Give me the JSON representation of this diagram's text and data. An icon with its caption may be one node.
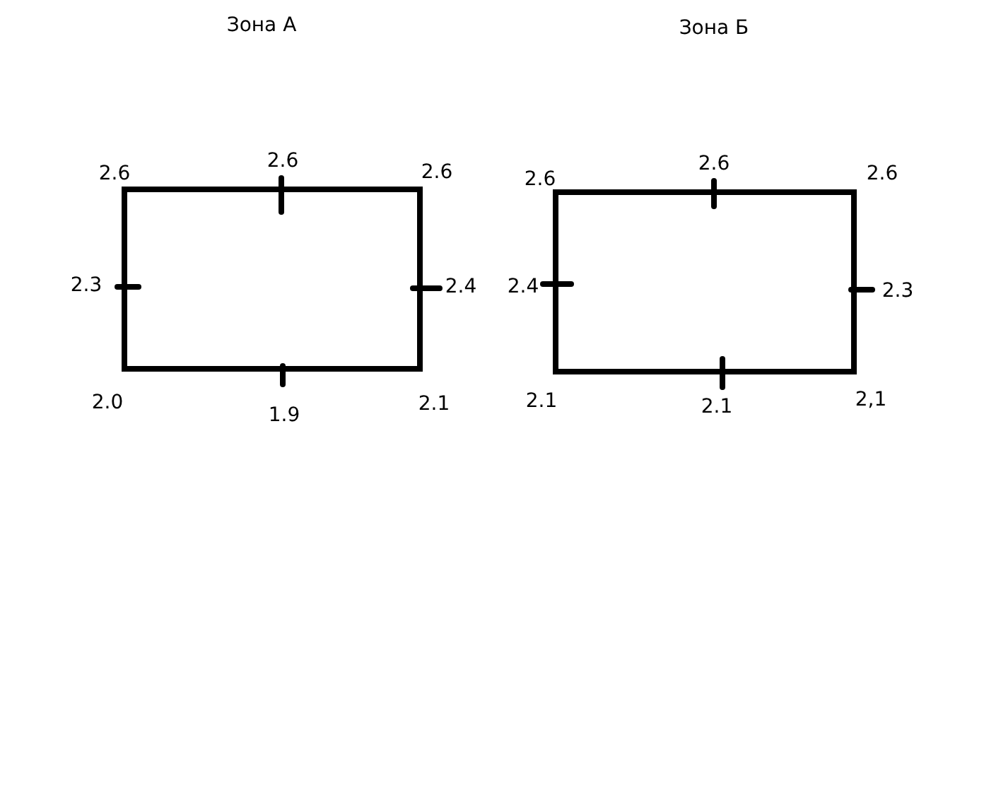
{
  "diagram": {
    "nodes": [
      {
        "text": [],
        "shape": "box",
        "beside": [
          "2.6",
          "2.6",
          "2.6",
          "2.3",
          "2.4",
          "2.0",
          "1.9",
          "2.1"
        ]
      },
      {
        "text": [],
        "shape": "box",
        "beside": [
          "2.6",
          "2.6",
          "2.6",
          "2.4",
          "2.3",
          "2.1",
          "2.1",
          "2,1"
        ]
      }
    ],
    "edges": [],
    "labels": [
      "Зона А",
      "Зона Б"
    ]
  }
}
